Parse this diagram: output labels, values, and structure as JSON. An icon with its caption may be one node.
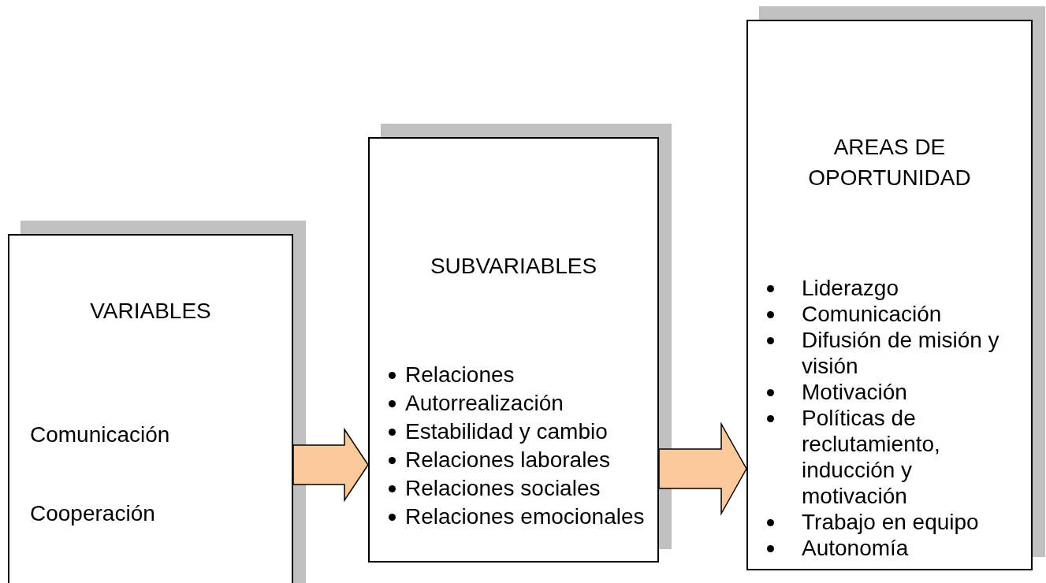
{
  "diagram": {
    "nodes": [
      {
        "text": [
          "VARIABLES",
          "Comunicación",
          "Cooperación"
        ]
      },
      {
        "text": [
          "SUBVARIABLES",
          "Relaciones",
          "Autorrealización",
          "Estabilidad y cambio",
          "Relaciones laborales",
          "Relaciones sociales",
          "Relaciones emocionales"
        ]
      },
      {
        "text": [
          "AREAS DE OPORTUNIDAD",
          "Liderazgo",
          "Comunicación",
          "Difusión de misión y visión",
          "Motivación",
          "Políticas de reclutamiento, inducción y motivación",
          "Trabajo en equipo",
          "Autonomía"
        ]
      }
    ],
    "edges": [
      {
        "from": 0,
        "to": 1,
        "arrow": "to"
      },
      {
        "from": 1,
        "to": 2,
        "arrow": "to"
      }
    ]
  }
}
